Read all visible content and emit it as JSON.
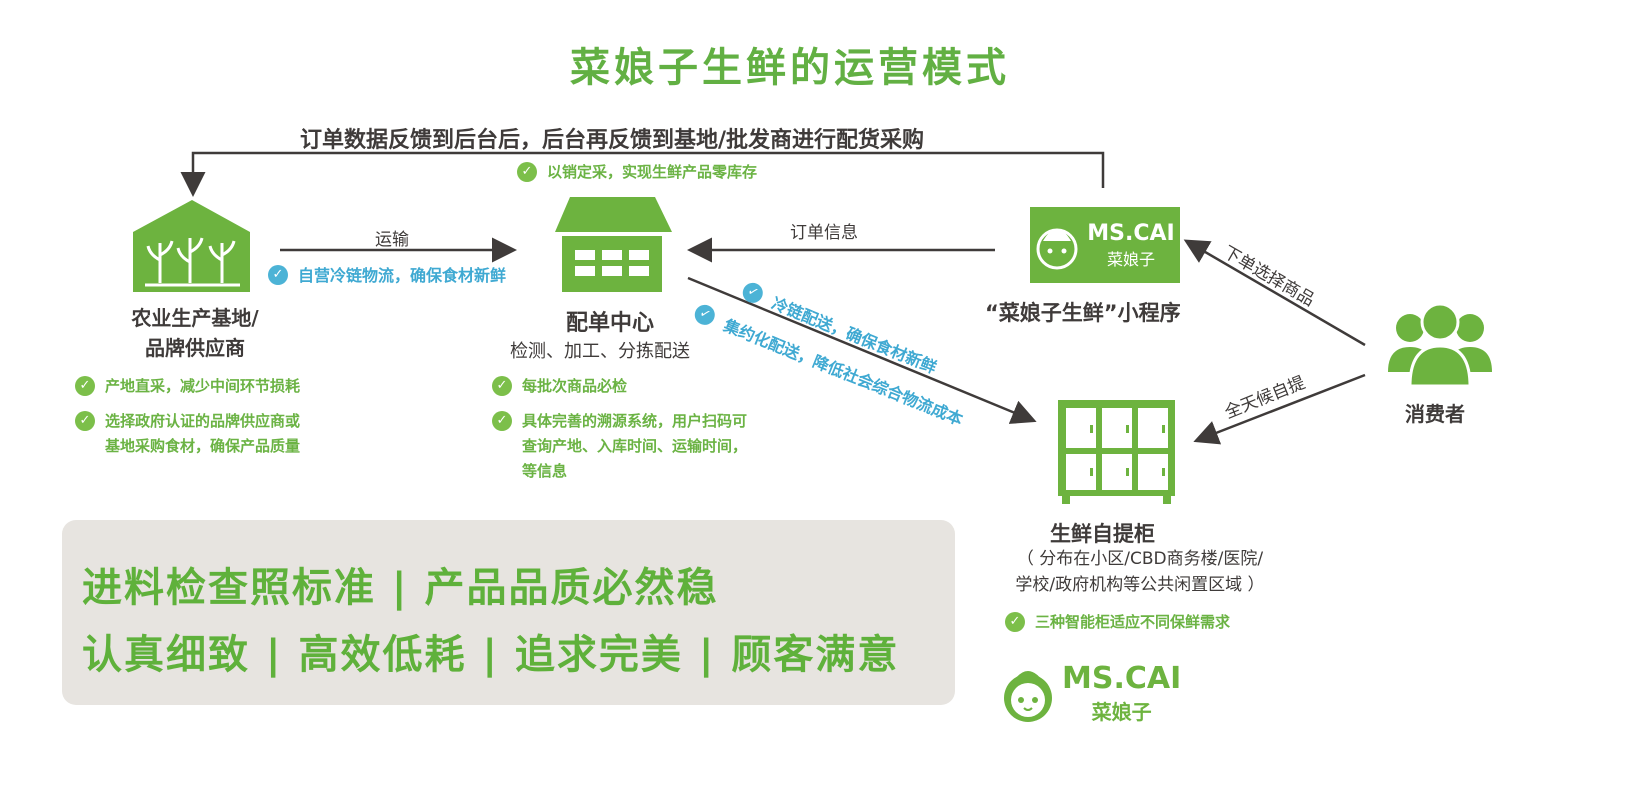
{
  "title": "菜娘子生鲜的运营模式",
  "feedback": "订单数据反馈到后台后，后台再反馈到基地/批发商进行配货采购",
  "feedback_check": "以销定采，实现生鲜产品零库存",
  "transport": {
    "label": "运输",
    "check": "自营冷链物流，确保食材新鲜"
  },
  "order_info": "订单信息",
  "base": {
    "line1": "农业生产基地/",
    "line2": "品牌供应商",
    "checks": [
      "产地直采，减少中间环节损耗",
      "选择政府认证的品牌供应商或",
      "基地采购食材，确保产品质量"
    ]
  },
  "center": {
    "name": "配单中心",
    "sub": "检测、加工、分拣配送",
    "checks": [
      "每批次商品必检",
      "具体完善的溯源系统，用户扫码可",
      "查询产地、入库时间、运输时间，",
      "等信息"
    ]
  },
  "delivery": {
    "line1": "冷链配送，确保食材新鲜",
    "line2": "集约化配送，降低社会综合物流成本"
  },
  "app": {
    "logo_en": "MS.CAI",
    "logo_cn": "菜娘子",
    "label": "“菜娘子生鲜”小程序"
  },
  "consumer": {
    "label": "消费者",
    "order": "下单选择商品",
    "pickup": "全天候自提"
  },
  "locker": {
    "name": "生鲜自提柜",
    "line1": "（ 分布在小区/CBD商务楼/医院/",
    "line2": "学校/政府机构等公共闲置区域 ）",
    "check": "三种智能柜适应不同保鲜需求"
  },
  "slogans": [
    "进料检查照标准 | 产品品质必然稳",
    "认真细致 | 高效低耗 | 追求完美 | 顾客满意"
  ],
  "brand": {
    "en": "MS.CAI",
    "cn": "菜娘子"
  },
  "colors": {
    "green": "#6db33f",
    "blue": "#4cb3d6",
    "dark": "#3f3b3a"
  }
}
